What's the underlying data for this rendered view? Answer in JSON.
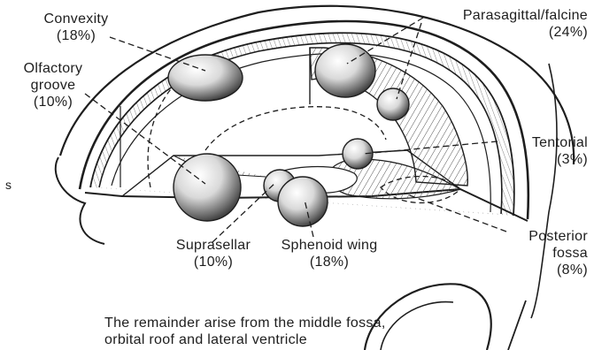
{
  "labels": {
    "convexity": {
      "name": "Convexity",
      "pct": "(18%)"
    },
    "parasagittal": {
      "name": "Parasagittal/falcine",
      "pct": "(24%)"
    },
    "olfactory": {
      "line1": "Olfactory",
      "line2": "groove",
      "pct": "(10%)"
    },
    "tentorial": {
      "name": "Tentorial",
      "pct": "(3%)"
    },
    "posterior": {
      "line1": "Posterior",
      "line2": "fossa",
      "pct": "(8%)"
    },
    "suprasellar": {
      "name": "Suprasellar",
      "pct": "(10%)"
    },
    "sphenoid": {
      "name": "Sphenoid wing",
      "pct": "(18%)"
    }
  },
  "caption": {
    "line1": "The remainder arise from the middle fossa,",
    "line2": "orbital roof and lateral ventricle"
  },
  "mark": "s",
  "colors": {
    "ink": "#1e1e1e",
    "shade": "#555555",
    "paper": "#ffffff"
  }
}
